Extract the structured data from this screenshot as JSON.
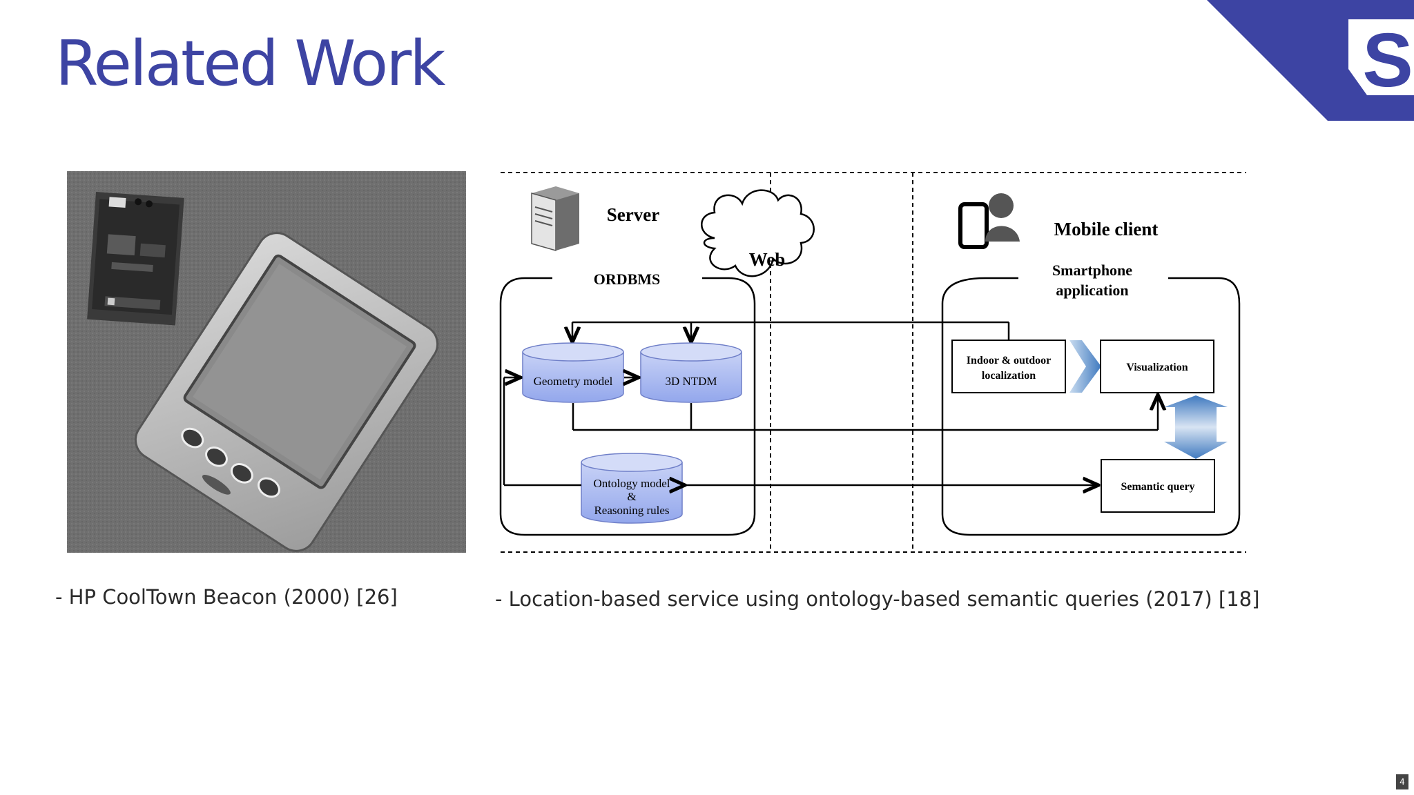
{
  "slide": {
    "title": "Related Work",
    "page_number": "4"
  },
  "logo": {
    "letter": "S",
    "color": "#3d44a3"
  },
  "figure_left": {
    "caption": "- HP CoolTown Beacon (2000) [26]"
  },
  "figure_right": {
    "caption": "- Location-based service using ontology-based semantic queries (2017) [18]",
    "server_label": "Server",
    "web_label": "Web",
    "mobile_label": "Mobile client",
    "ordbms_label": "ORDBMS",
    "smartphone_line1": "Smartphone",
    "smartphone_line2": "application",
    "geometry_model": "Geometry model",
    "ntdm": "3D NTDM",
    "ontology_line1": "Ontology model",
    "ontology_line2": "&",
    "ontology_line3": "Reasoning rules",
    "localization_line1": "Indoor & outdoor",
    "localization_line2": "localization",
    "visualization": "Visualization",
    "semantic_query": "Semantic query"
  },
  "colors": {
    "brand": "#3d44a3",
    "cylinder_fill": "#aebcf0",
    "arrow_blue": "#4a82c3"
  }
}
